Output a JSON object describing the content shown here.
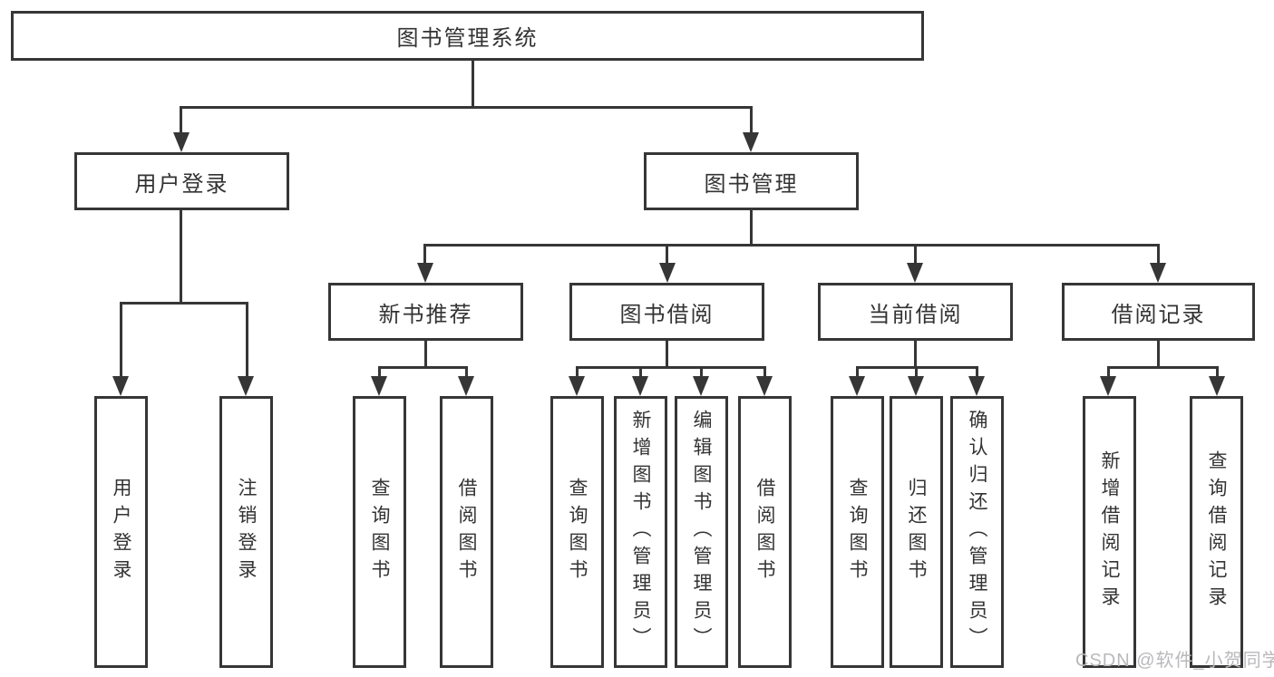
{
  "tree": {
    "root": {
      "label": "图书管理系统",
      "children": [
        {
          "label": "用户登录",
          "children": [
            {
              "label": "用户登录"
            },
            {
              "label": "注销登录"
            }
          ]
        },
        {
          "label": "图书管理",
          "children": [
            {
              "label": "新书推荐",
              "children": [
                {
                  "label": "查询图书"
                },
                {
                  "label": "借阅图书"
                }
              ]
            },
            {
              "label": "图书借阅",
              "children": [
                {
                  "label": "查询图书"
                },
                {
                  "label": "新增图书（管理员）"
                },
                {
                  "label": "编辑图书（管理员）"
                },
                {
                  "label": "借阅图书"
                }
              ]
            },
            {
              "label": "当前借阅",
              "children": [
                {
                  "label": "查询图书"
                },
                {
                  "label": "归还图书"
                },
                {
                  "label": "确认归还（管理员）"
                }
              ]
            },
            {
              "label": "借阅记录",
              "children": [
                {
                  "label": "新增借阅记录"
                },
                {
                  "label": "查询借阅记录"
                }
              ]
            }
          ]
        }
      ]
    }
  },
  "watermark": {
    "text": "CSDN @软件_小贺同学",
    "color": "#b9b9bd"
  },
  "colors": {
    "line": "#363636",
    "text": "#333333",
    "background": "#ffffff"
  }
}
